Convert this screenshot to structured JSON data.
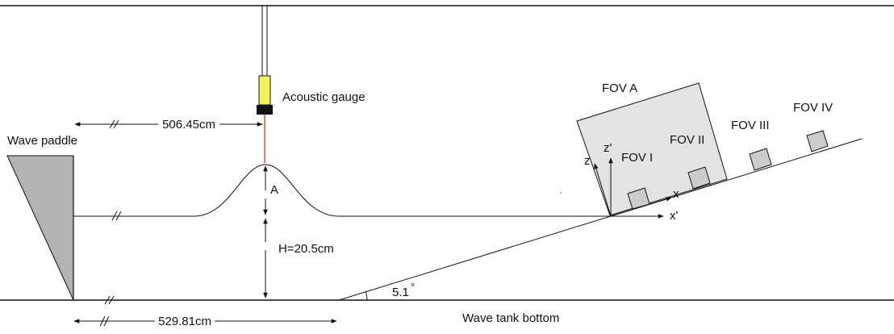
{
  "labels": {
    "acoustic_gauge": "Acoustic gauge",
    "wave_paddle": "Wave paddle",
    "distance_gauge": "506.45cm",
    "distance_bottom": "529.81cm",
    "amplitude": "A",
    "depth": "H=20.5cm",
    "slope_angle": "5.1",
    "degree_symbol": "°",
    "tank_bottom": "Wave tank bottom",
    "fov_a": "FOV A",
    "fov_1": "FOV I",
    "fov_2": "FOV II",
    "fov_3": "FOV III",
    "fov_4": "FOV IV",
    "axis_z": "z",
    "axis_z_prime": "z'",
    "axis_x": "x",
    "axis_x_prime": "x'"
  },
  "colors": {
    "line": "#111111",
    "gauge_body": "#f2f25a",
    "gauge_base": "#111111",
    "gauge_beam": "#d62020",
    "paddle_fill": "#b3b3b3",
    "fov_fill": "#e3e3e3",
    "camera_box_fill": "#cccccc"
  }
}
